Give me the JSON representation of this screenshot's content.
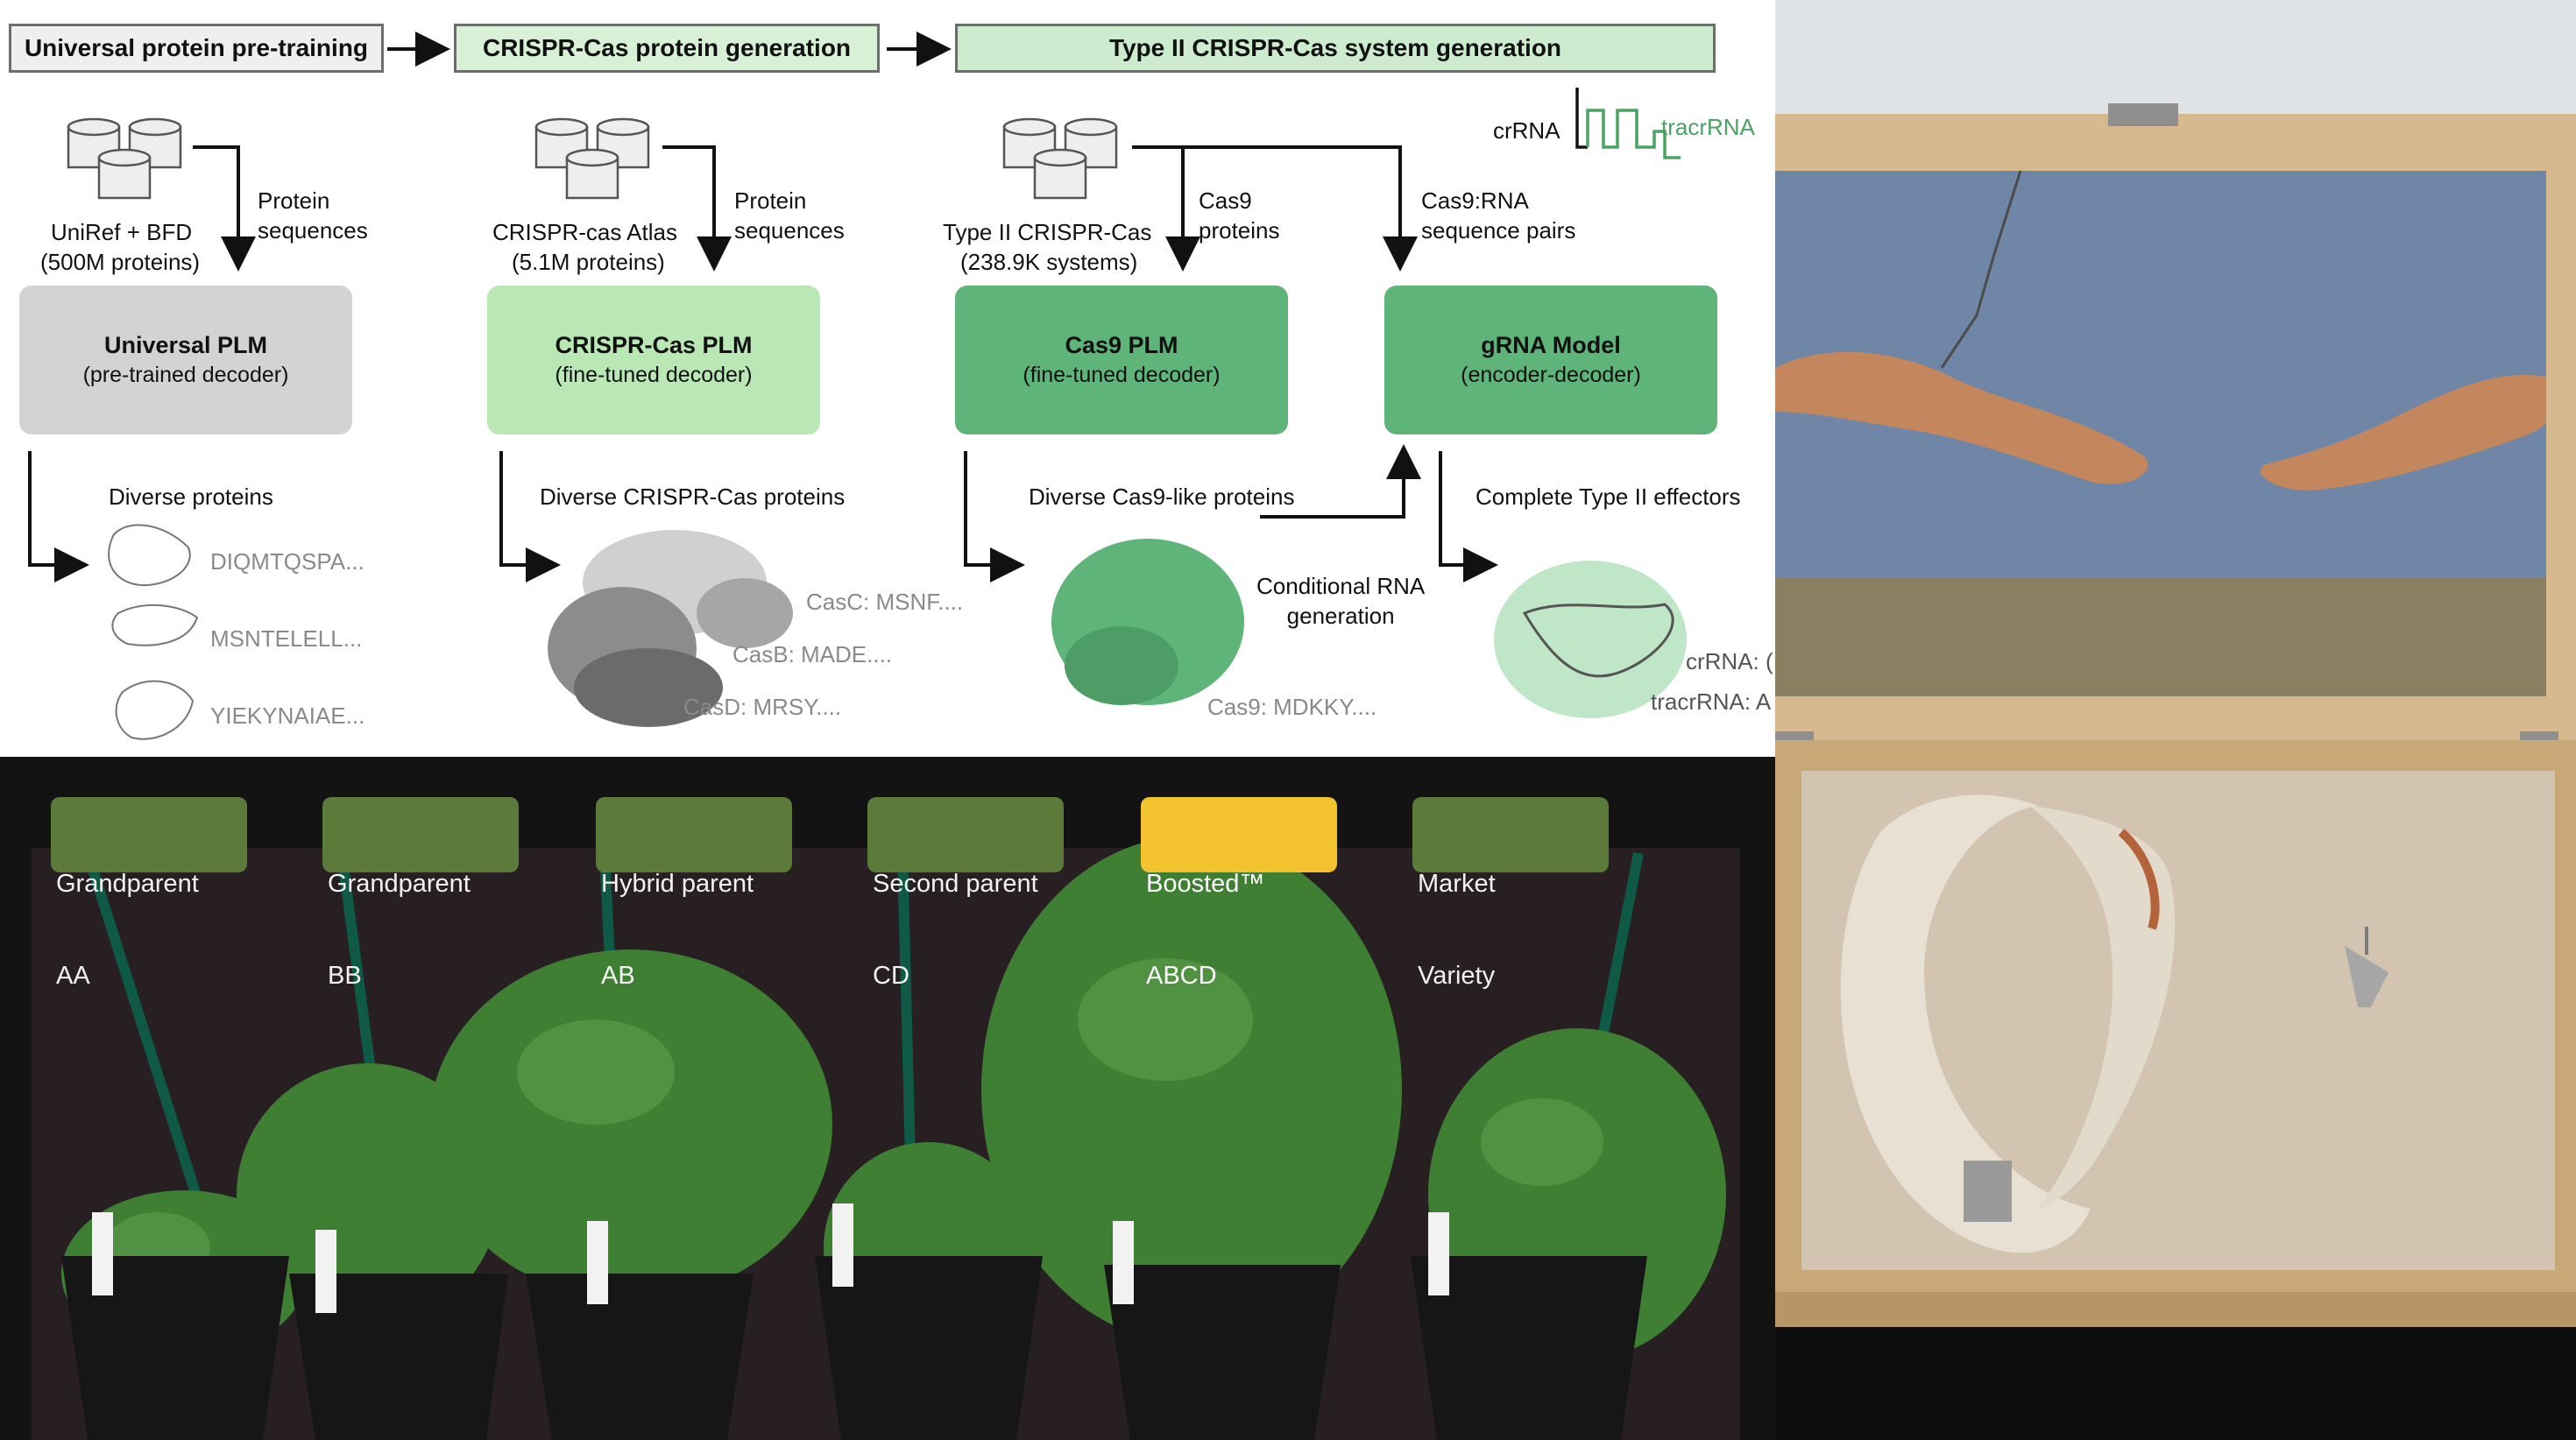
{
  "diagram": {
    "stages": [
      {
        "label": "Universal protein pre-training"
      },
      {
        "label": "CRISPR-Cas protein generation"
      },
      {
        "label": "Type II CRISPR-Cas system generation"
      }
    ],
    "databases": [
      {
        "name": "UniRef + BFD",
        "count": "(500M proteins)",
        "arrow_label": "Protein\nsequences"
      },
      {
        "name": "CRISPR-cas Atlas",
        "count": "(5.1M proteins)",
        "arrow_label": "Protein\nsequences"
      },
      {
        "name": "Type II CRISPR-Cas",
        "count": "(238.9K systems)",
        "arrow_label": "Cas9\nproteins"
      }
    ],
    "pairs_label": "Cas9:RNA\nsequence pairs",
    "rna_legend": {
      "crrna": "crRNA",
      "tracrrna": "tracrRNA"
    },
    "models": [
      {
        "name": "Universal PLM",
        "sub": "(pre-trained decoder)"
      },
      {
        "name": "CRISPR-Cas PLM",
        "sub": "(fine-tuned decoder)"
      },
      {
        "name": "Cas9 PLM",
        "sub": "(fine-tuned decoder)"
      },
      {
        "name": "gRNA Model",
        "sub": "(encoder-decoder)"
      }
    ],
    "outputs": [
      {
        "title": "Diverse proteins",
        "seqs": [
          "DIQMTQSPA...",
          "MSNTELELL...",
          "YIEKYNAIAE..."
        ]
      },
      {
        "title": "Diverse CRISPR-Cas proteins",
        "seqs": [
          "CasC: MSNF....",
          "CasB: MADE....",
          "CasD: MRSY...."
        ]
      },
      {
        "title": "Diverse Cas9-like proteins",
        "seqs": [
          "Cas9: MDKKY...."
        ]
      },
      {
        "title": "Complete Type II effectors",
        "seqs": [
          "crRNA: (",
          "tracrRNA: A"
        ]
      }
    ],
    "conditional_label": "Conditional RNA\ngeneration"
  },
  "plants": {
    "labels": [
      {
        "line1": "Grandparent",
        "line2": "AA",
        "highlight": false
      },
      {
        "line1": "Grandparent",
        "line2": "BB",
        "highlight": false
      },
      {
        "line1": "Hybrid parent",
        "line2": "AB",
        "highlight": false
      },
      {
        "line1": "Second parent",
        "line2": "CD",
        "highlight": false
      },
      {
        "line1": "Boosted™",
        "line2": "ABCD",
        "highlight": true
      },
      {
        "line1": "Market",
        "line2": "Variety",
        "highlight": false
      }
    ]
  },
  "colors": {
    "grey_model": "#d3d3d3",
    "light_green": "#b9e8b5",
    "mid_green": "#5fb47a",
    "stage_green": "#cdeccf",
    "tag_green": "#5c7a3a",
    "tag_gold": "#f3c22f"
  }
}
